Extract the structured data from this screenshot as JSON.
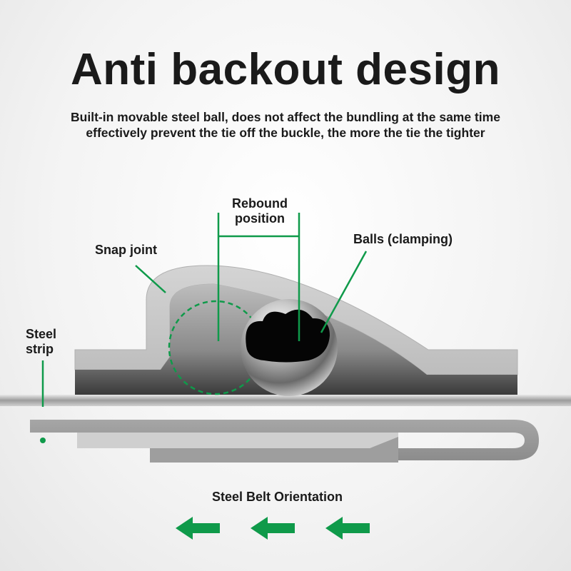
{
  "header": {
    "title": "Anti backout design",
    "subtitle_line1": "Built-in movable steel ball, does not affect the bundling at the same time",
    "subtitle_line2": "effectively prevent the tie off the buckle, the more the tie the tighter"
  },
  "labels": {
    "rebound_line1": "Rebound",
    "rebound_line2": "position",
    "snap_joint": "Snap joint",
    "balls": "Balls (clamping)",
    "steel_line1": "Steel",
    "steel_line2": "strip",
    "orientation": "Steel Belt Orientation"
  },
  "colors": {
    "accent_green": "#0f9a4a",
    "shell_grey": "#c8c8c8",
    "belt_grey": "#9a9a9a"
  },
  "icons": [
    "left-arrow-icon",
    "left-arrow-icon",
    "left-arrow-icon"
  ]
}
